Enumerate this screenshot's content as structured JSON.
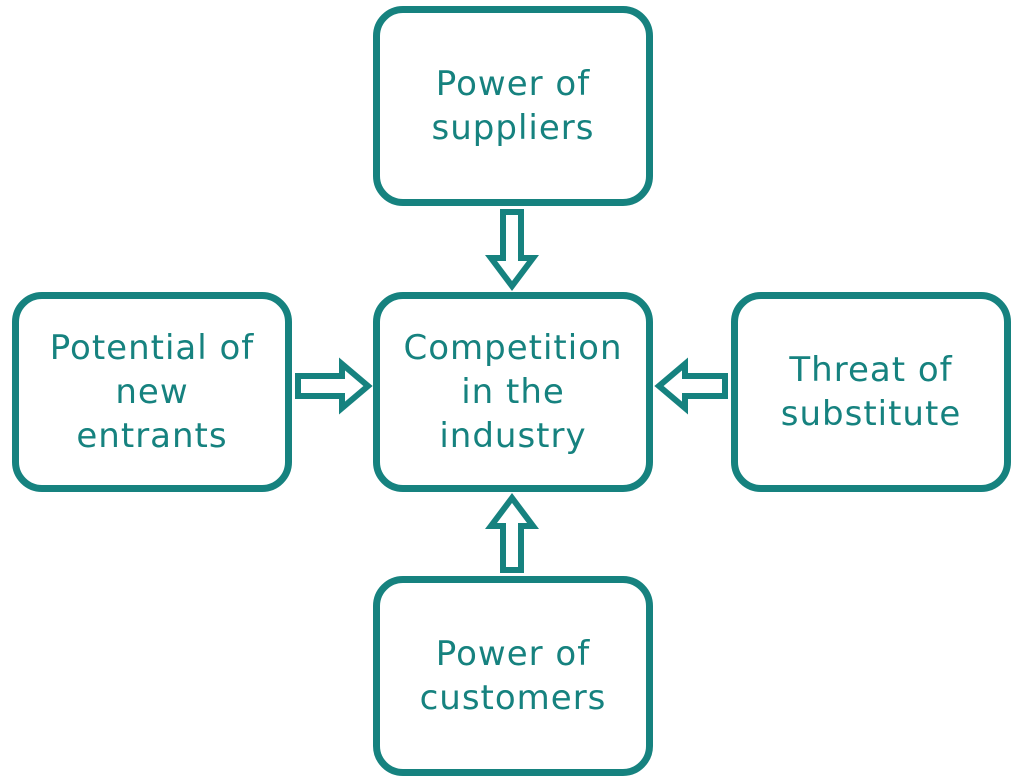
{
  "diagram": {
    "title": "Porter's Five Forces",
    "accent_color": "#16827f",
    "nodes": {
      "center": {
        "label": "Competition\nin the\nindustry"
      },
      "top": {
        "label": "Power of\nsuppliers"
      },
      "left": {
        "label": "Potential of\nnew\nentrants"
      },
      "right": {
        "label": "Threat of\nsubstitute"
      },
      "bottom": {
        "label": "Power of\ncustomers"
      }
    },
    "edges": [
      {
        "from": "top",
        "to": "center"
      },
      {
        "from": "left",
        "to": "center"
      },
      {
        "from": "right",
        "to": "center"
      },
      {
        "from": "bottom",
        "to": "center"
      }
    ]
  }
}
